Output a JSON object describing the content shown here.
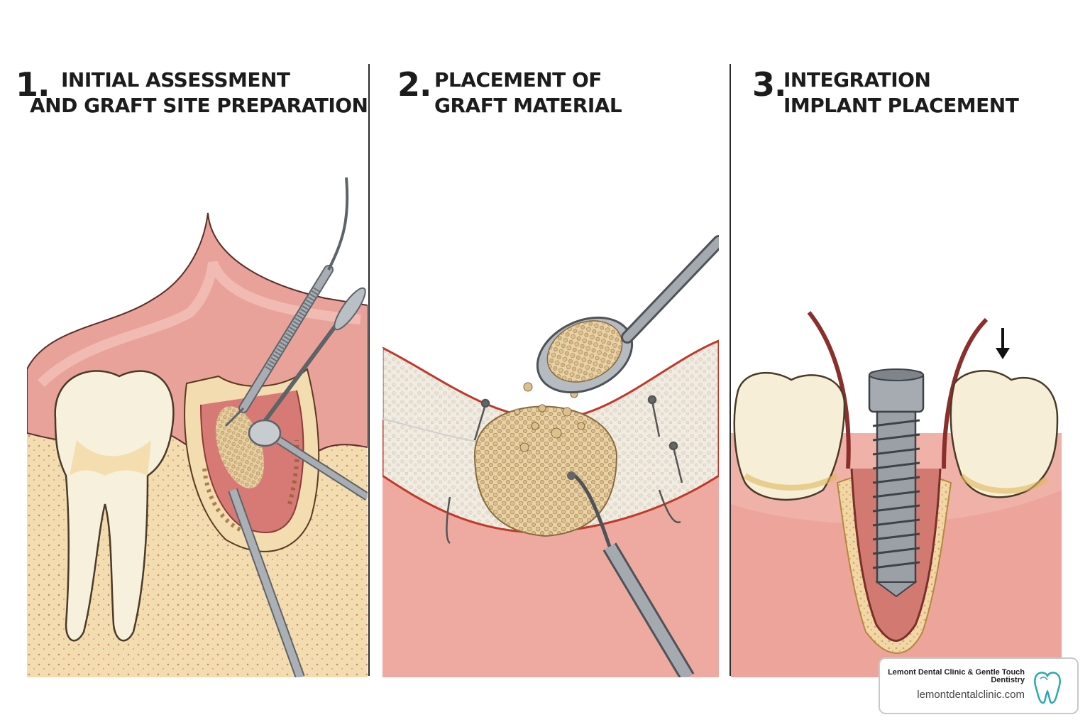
{
  "steps": [
    {
      "number": "1.",
      "line1": "INITIAL ASSESSMENT",
      "line2": "AND GRAFT SITE PREPARATION"
    },
    {
      "number": "2.",
      "line1": "PLACEMENT OF",
      "line2": "GRAFT MATERIAL"
    },
    {
      "number": "3.",
      "line1": "INTEGRATION",
      "line2": "IMPLANT PLACEMENT"
    }
  ],
  "badge": {
    "clinic_name": "Lemont Dental Clinic & Gentle Touch Dentistry",
    "url": "lemontdentalclinic.com",
    "logo_icon": "tooth-logo-icon"
  },
  "colors": {
    "gum": "#e8a29a",
    "gum_dark": "#c65f5c",
    "bone": "#f3ddb0",
    "graft": "#d9bd8c",
    "tooth": "#f7f0dc",
    "metal": "#9aa0a6",
    "logo_teal": "#2aa8b0"
  }
}
